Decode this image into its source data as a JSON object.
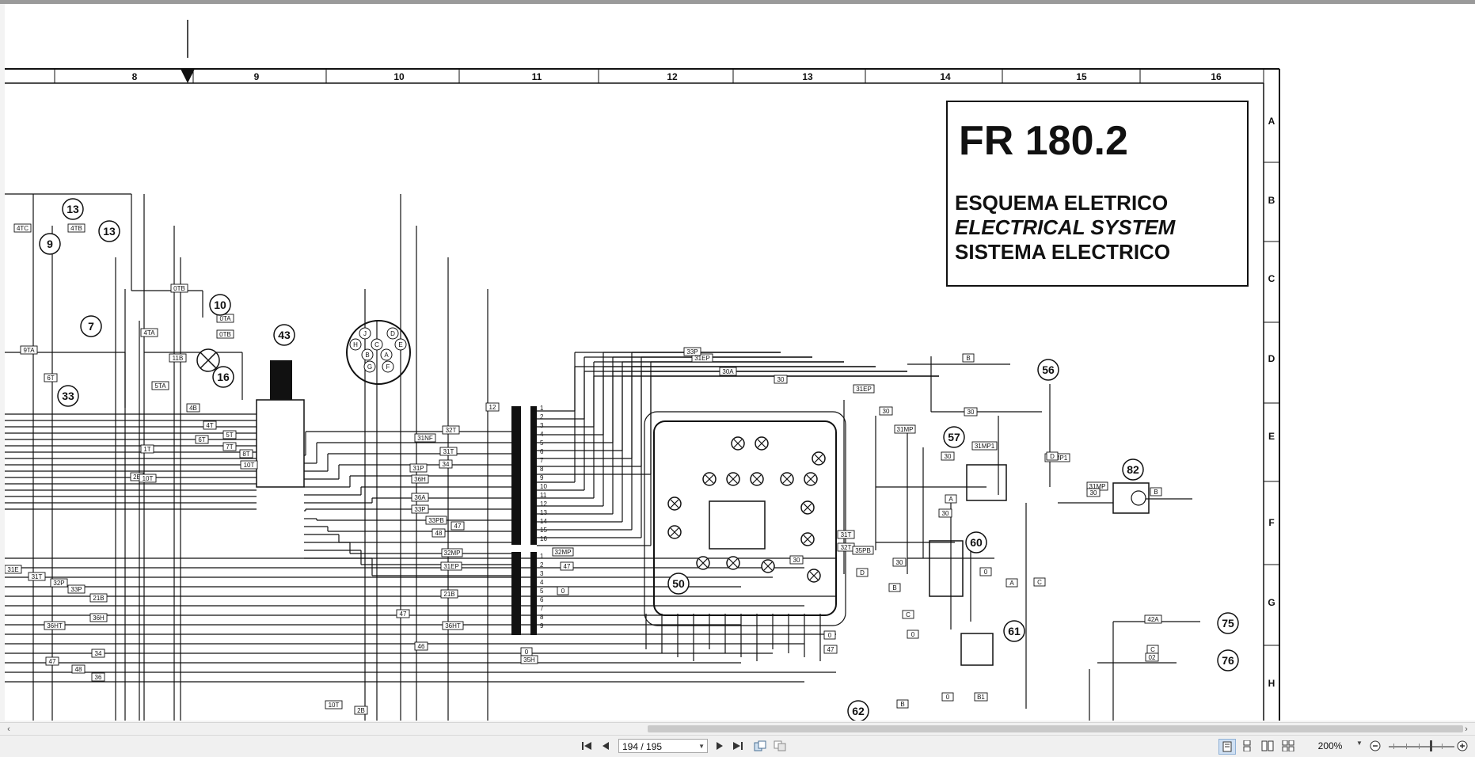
{
  "document": {
    "title_main": "FR 180.2",
    "title_lines": [
      "ESQUEMA ELETRICO",
      "ELECTRICAL SYSTEM",
      "SISTEMA ELECTRICO"
    ]
  },
  "grid": {
    "columns": [
      "8",
      "9",
      "10",
      "11",
      "12",
      "13",
      "14",
      "15",
      "16"
    ],
    "rows": [
      "A",
      "B",
      "C",
      "D",
      "E",
      "F",
      "G",
      "H"
    ]
  },
  "component_numbers": [
    "13",
    "13",
    "9",
    "10",
    "7",
    "33",
    "16",
    "43",
    "56",
    "57",
    "82",
    "60",
    "50",
    "61",
    "75",
    "76",
    "62"
  ],
  "connector_43_pins": [
    "J",
    "D",
    "H",
    "C",
    "E",
    "B",
    "A",
    "G",
    "F"
  ],
  "wire_tags": [
    "4TC",
    "4TB",
    "9TA",
    "6T",
    "0TB",
    "0TA",
    "0TB",
    "4TA",
    "11B",
    "5TA",
    "1T",
    "4B",
    "4T",
    "5T",
    "6T",
    "7T",
    "8T",
    "10T",
    "2B",
    "10T",
    "12",
    "32T",
    "31NF",
    "31T",
    "34",
    "31P",
    "36H",
    "36A",
    "33P",
    "33PB",
    "47",
    "48",
    "32MP",
    "31EP",
    "21B",
    "36HT",
    "31E",
    "31T",
    "32P",
    "33P",
    "21B",
    "36H",
    "36HT",
    "34",
    "47",
    "48",
    "36",
    "47",
    "46",
    "0",
    "35H",
    "10T",
    "2B",
    "32MP",
    "47",
    "0",
    "31EP",
    "33P",
    "30A",
    "30",
    "31EP",
    "30",
    "31MP",
    "B",
    "30",
    "31MP1",
    "30",
    "31MP1",
    "31MP",
    "30",
    "B",
    "A",
    "30",
    "D",
    "0",
    "30",
    "30",
    "D",
    "B",
    "A",
    "C",
    "C",
    "0",
    "31T",
    "32T",
    "35PB",
    "0",
    "47",
    "0",
    "B1",
    "42A",
    "C",
    "02",
    "B"
  ],
  "viewer": {
    "page_indicator": "194 / 195",
    "zoom_level": "200%"
  },
  "icons": {
    "first_page": "first-page-icon",
    "prev_page": "prev-page-icon",
    "next_page": "next-page-icon",
    "last_page": "last-page-icon"
  }
}
